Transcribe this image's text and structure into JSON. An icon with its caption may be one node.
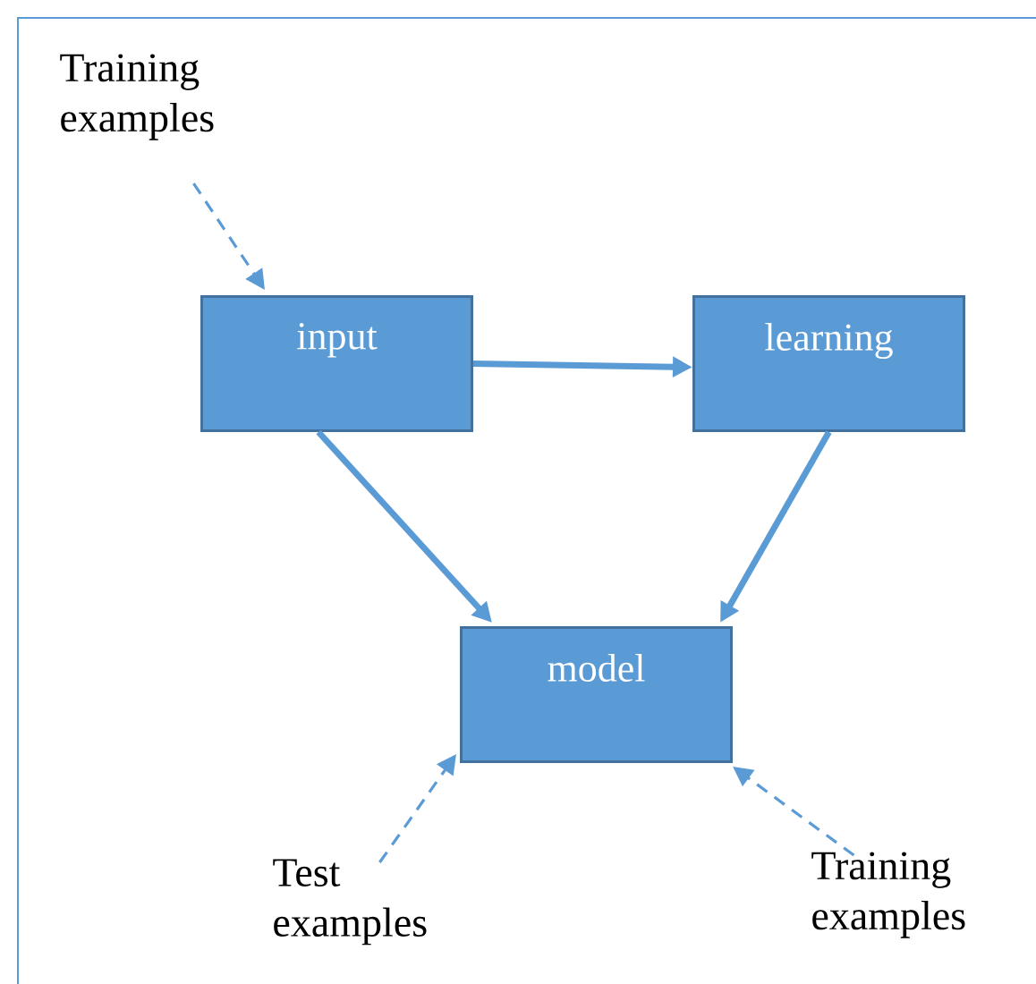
{
  "diagram": {
    "nodes": [
      {
        "text": [
          "Training examples"
        ]
      },
      {
        "text": [
          "input"
        ]
      },
      {
        "text": [
          "learning"
        ]
      },
      {
        "text": [
          "model"
        ]
      },
      {
        "text": [
          "Test examples"
        ]
      },
      {
        "text": [
          "Training examples"
        ]
      }
    ],
    "edges": [
      {
        "from": 0,
        "to": 1,
        "arrow": "to",
        "style": "dashed"
      },
      {
        "from": 1,
        "to": 2,
        "arrow": "to",
        "style": "thick"
      },
      {
        "from": 1,
        "to": 3,
        "arrow": "to",
        "style": "thick"
      },
      {
        "from": 2,
        "to": 3,
        "arrow": "to",
        "style": "thick"
      },
      {
        "from": 4,
        "to": 3,
        "arrow": "to",
        "style": "dashed"
      },
      {
        "from": 5,
        "to": 3,
        "arrow": "to",
        "style": "dashed"
      }
    ]
  }
}
